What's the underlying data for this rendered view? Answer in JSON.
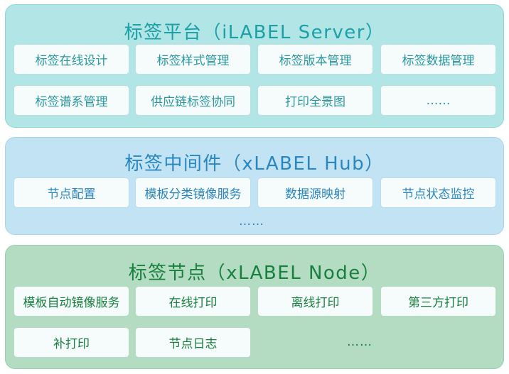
{
  "layers": {
    "server": {
      "title": "标签平台（iLABEL Server）",
      "items": [
        "标签在线设计",
        "标签样式管理",
        "标签版本管理",
        "标签数据管理",
        "标签谱系管理",
        "供应链标签协同",
        "打印全景图"
      ],
      "more": "……"
    },
    "hub": {
      "title": "标签中间件（xLABEL Hub）",
      "items": [
        "节点配置",
        "模板分类镜像服务",
        "数据源映射",
        "节点状态监控"
      ],
      "more": "……"
    },
    "node": {
      "title": "标签节点（xLABEL Node）",
      "items": [
        "模板自动镜像服务",
        "在线打印",
        "离线打印",
        "第三方打印",
        "补打印",
        "节点日志"
      ],
      "more": "……"
    }
  },
  "colors": {
    "server_bg": "#b2e6e6",
    "server_text": "#1ca0a8",
    "hub_bg": "#c1e3f4",
    "hub_text": "#2a86bf",
    "node_bg": "#b4dcc2",
    "node_text": "#17803e"
  }
}
